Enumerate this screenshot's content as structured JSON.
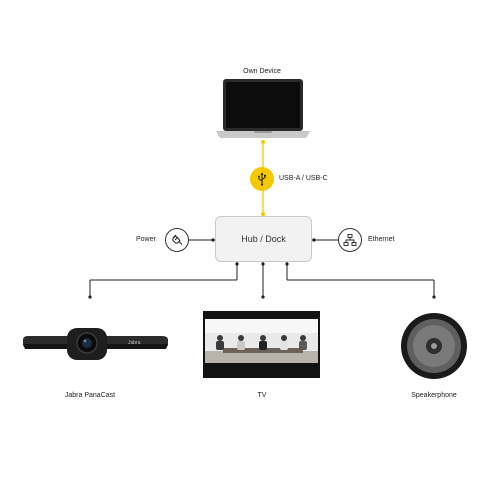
{
  "device_top": {
    "label": "Own Device"
  },
  "connection": {
    "label": "USB-A / USB-C"
  },
  "hub": {
    "label": "Hub / Dock"
  },
  "power": {
    "label": "Power"
  },
  "ethernet": {
    "label": "Ethernet"
  },
  "outputs": [
    {
      "label": "Jabra PanaCast"
    },
    {
      "label": "TV"
    },
    {
      "label": "Speakerphone"
    }
  ],
  "camera_brand": "Jabra",
  "colors": {
    "accent": "#f5c800",
    "line": "#222222",
    "hub_fill": "#f2f2f2"
  },
  "icons": [
    "laptop-icon",
    "usb-icon",
    "power-plug-icon",
    "network-icon",
    "camera-icon",
    "tv-icon",
    "speakerphone-icon"
  ]
}
